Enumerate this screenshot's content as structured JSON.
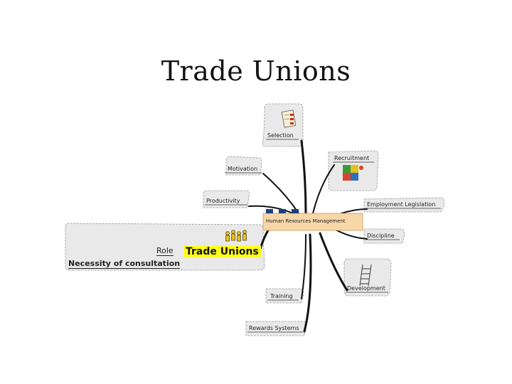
{
  "slide": {
    "title": "Trade Unions"
  },
  "mind_map": {
    "center": "Human Resources Management",
    "branches": [
      "Selection",
      "Recruitment",
      "Motivation",
      "Productivity",
      "Employment Legislation",
      "Discipline",
      "Development",
      "Training",
      "Rewards Systems"
    ],
    "focus": {
      "label": "Trade Unions",
      "children": [
        "Role",
        "Necessity of consultation"
      ]
    },
    "colors": {
      "highlight": "#ffff22",
      "hrm_box": "#f7d6a8",
      "bubble": "#e9e9e9",
      "squares": "#1f3f7f"
    }
  }
}
